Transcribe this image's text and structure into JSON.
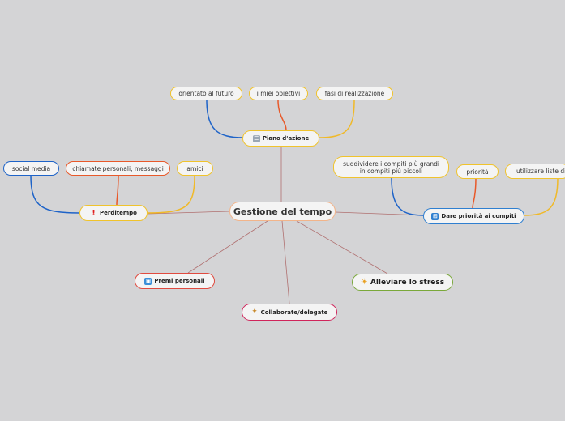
{
  "root": {
    "label": "Gestione del tempo"
  },
  "branches": {
    "piano": {
      "label": "Piano d'azione",
      "icon": "clipboard-icon",
      "color": "#f0c32c"
    },
    "perditempo": {
      "label": "Perditempo",
      "icon": "exclamation-icon",
      "color": "#f0c32c"
    },
    "dare": {
      "label": "Dare priorità ai compiti",
      "icon": "calculator-icon",
      "color": "#2f7fd0"
    },
    "premi": {
      "label": "Premi personali",
      "icon": "gift-icon",
      "color": "#e04a3f"
    },
    "collaborate": {
      "label": "Collaborate/delegate",
      "icon": "people-icon",
      "color": "#d0245b"
    },
    "alleviare": {
      "label": "Alleviare lo stress",
      "icon": "sun-icon",
      "color": "#7aa83a"
    }
  },
  "leaves": {
    "futuro": "orientato al futuro",
    "obiettivi": "i miei obiettivi",
    "fasi": "fasi di realizzazione",
    "social": "social media",
    "chiamate": "chiamate personali, messaggi",
    "amici": "amici",
    "suddividere_1": "suddividere i compiti più grandi",
    "suddividere_2": "in compiti più piccoli",
    "priorita": "priorità",
    "liste": "utilizzare liste di c"
  },
  "colors": {
    "blue": "#1e63c8",
    "orange": "#e8592a",
    "yellow": "#f0b928",
    "root_line": "#b07070",
    "background": "#d4d4d6"
  }
}
